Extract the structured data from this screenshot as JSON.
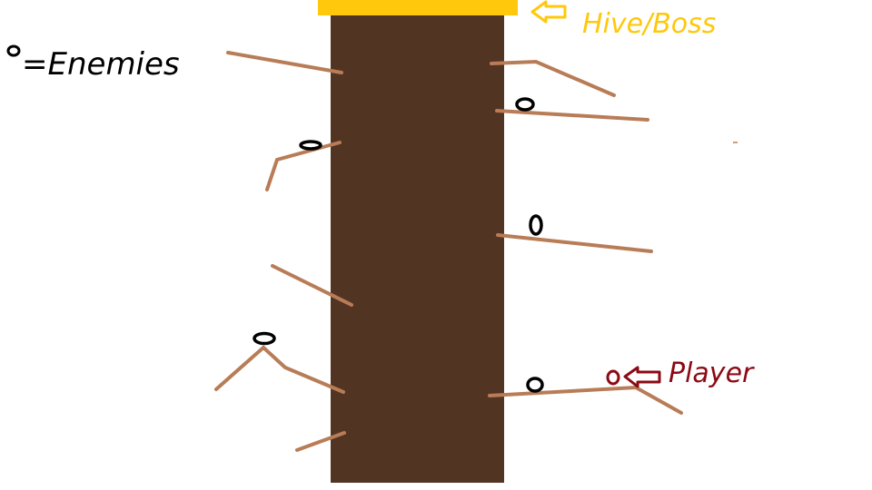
{
  "legend": {
    "text": "=Enemies",
    "symbol": "enemy-ring-icon"
  },
  "labels": {
    "hive": "Hive/Boss",
    "player": "Player"
  },
  "colors": {
    "background": "#ffffff",
    "trunk": "#523423",
    "branch": "#b87c57",
    "hive": "#ffc80d",
    "hive_label": "#ffc80d",
    "enemy": "#000000",
    "player": "#8b0a14",
    "player_label": "#8b0a14",
    "legend_text": "#000000"
  },
  "icons": {
    "hive_arrow": "left-arrow-icon",
    "player_arrow": "left-arrow-icon",
    "enemy": "ring-icon",
    "player": "ring-icon"
  }
}
